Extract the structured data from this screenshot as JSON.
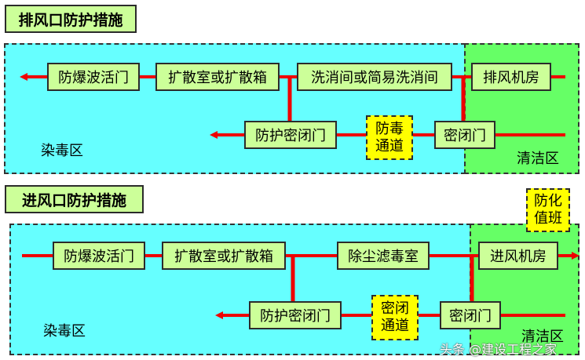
{
  "exhaust": {
    "title": "排风口防护措施",
    "main_path": [
      "防爆波活门",
      "扩散室或扩散箱",
      "洗消间或简易洗消间",
      "排风机房"
    ],
    "branch_path": [
      "防护密闭门",
      [
        "防毒",
        "通道"
      ],
      "密闭门"
    ],
    "dirty_zone": "染毒区",
    "clean_zone": "清洁区"
  },
  "intake": {
    "title": "进风口防护措施",
    "main_path": [
      "防爆波活门",
      "扩散室或扩散箱",
      "除尘滤毒室",
      "进风机房"
    ],
    "branch_path": [
      "防护密闭门",
      [
        "密闭",
        "通道"
      ],
      "密闭门"
    ],
    "duty_room": [
      "防化",
      "值班"
    ],
    "dirty_zone": "染毒区",
    "clean_zone": "清洁区"
  },
  "watermark": "头条 @建设工程之家",
  "colors": {
    "title_fill": "#ccff99",
    "dirty_zone": "#66ffff",
    "clean_zone": "#66ff66",
    "passage_fill": "#ffff00",
    "flow_line": "#ee0000"
  }
}
